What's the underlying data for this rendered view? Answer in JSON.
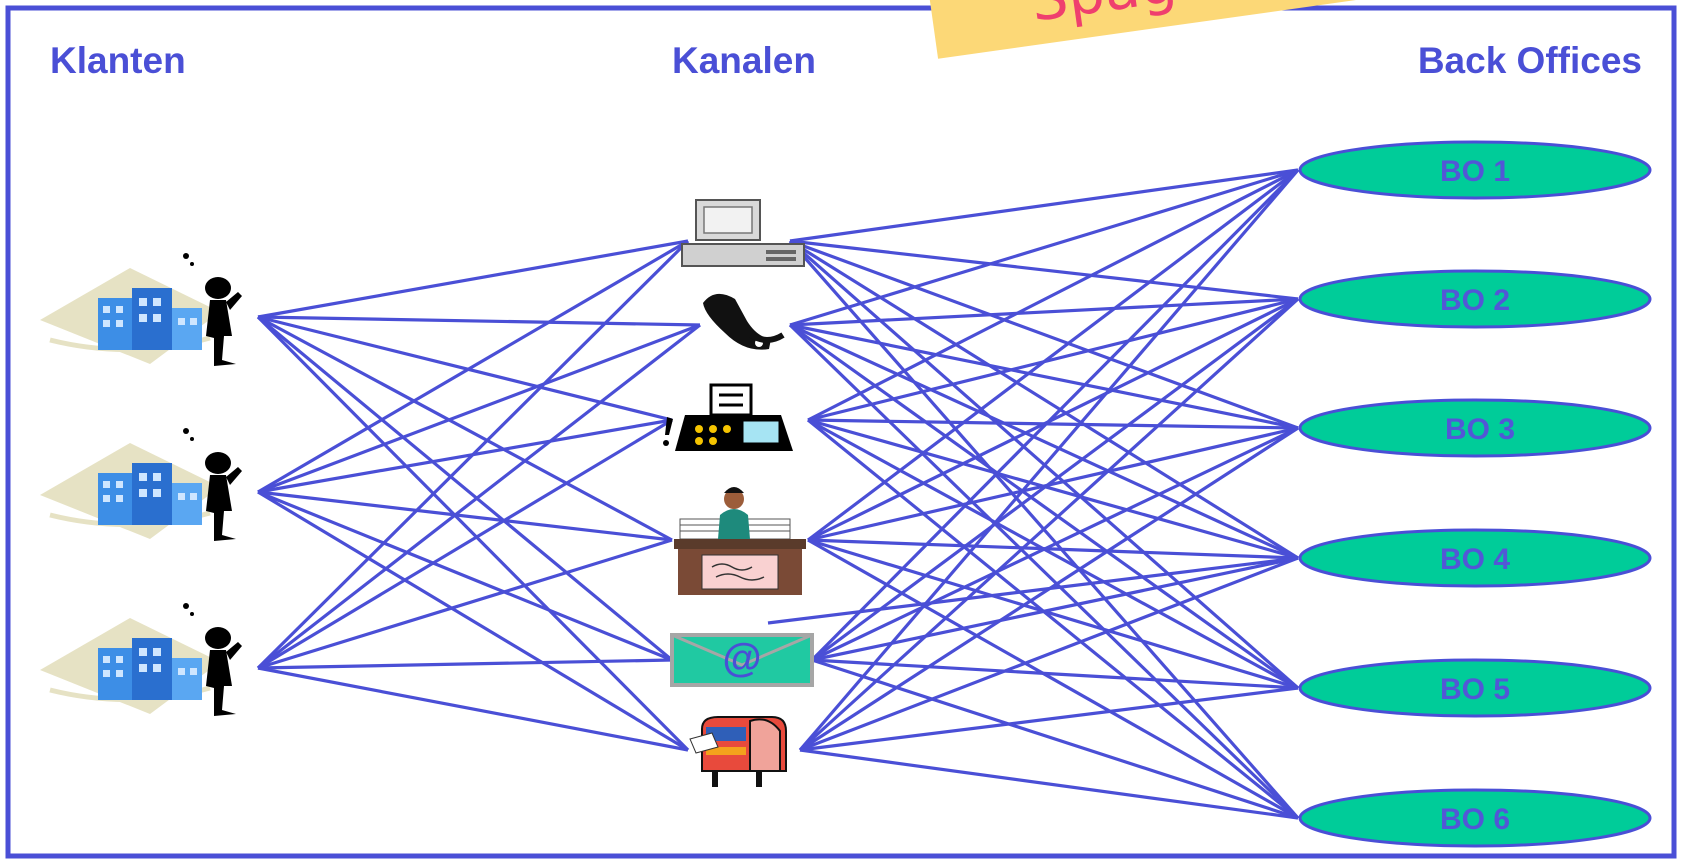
{
  "headings": {
    "klanten": "Klanten",
    "kanalen": "Kanalen",
    "back_offices": "Back Offices"
  },
  "note": "Spag",
  "colors": {
    "frame": "#4a4fd6",
    "line": "#4a4fd6",
    "ellipse_fill": "#00cc99",
    "note": "#fcd877",
    "note_text": "#ef3f6e"
  },
  "klanten": [
    {
      "icon": "building-person-icon"
    },
    {
      "icon": "building-person-icon"
    },
    {
      "icon": "building-person-icon"
    }
  ],
  "kanalen": [
    {
      "icon": "computer-icon"
    },
    {
      "icon": "telephone-icon"
    },
    {
      "icon": "fax-icon"
    },
    {
      "icon": "desk-clerk-icon"
    },
    {
      "icon": "email-icon",
      "label": "@"
    },
    {
      "icon": "mailbox-icon"
    }
  ],
  "back_offices": [
    {
      "label": "BO 1"
    },
    {
      "label": "BO 2"
    },
    {
      "label": "BO 3"
    },
    {
      "label": "BO 4"
    },
    {
      "label": "BO 5"
    },
    {
      "label": "BO 6"
    }
  ]
}
